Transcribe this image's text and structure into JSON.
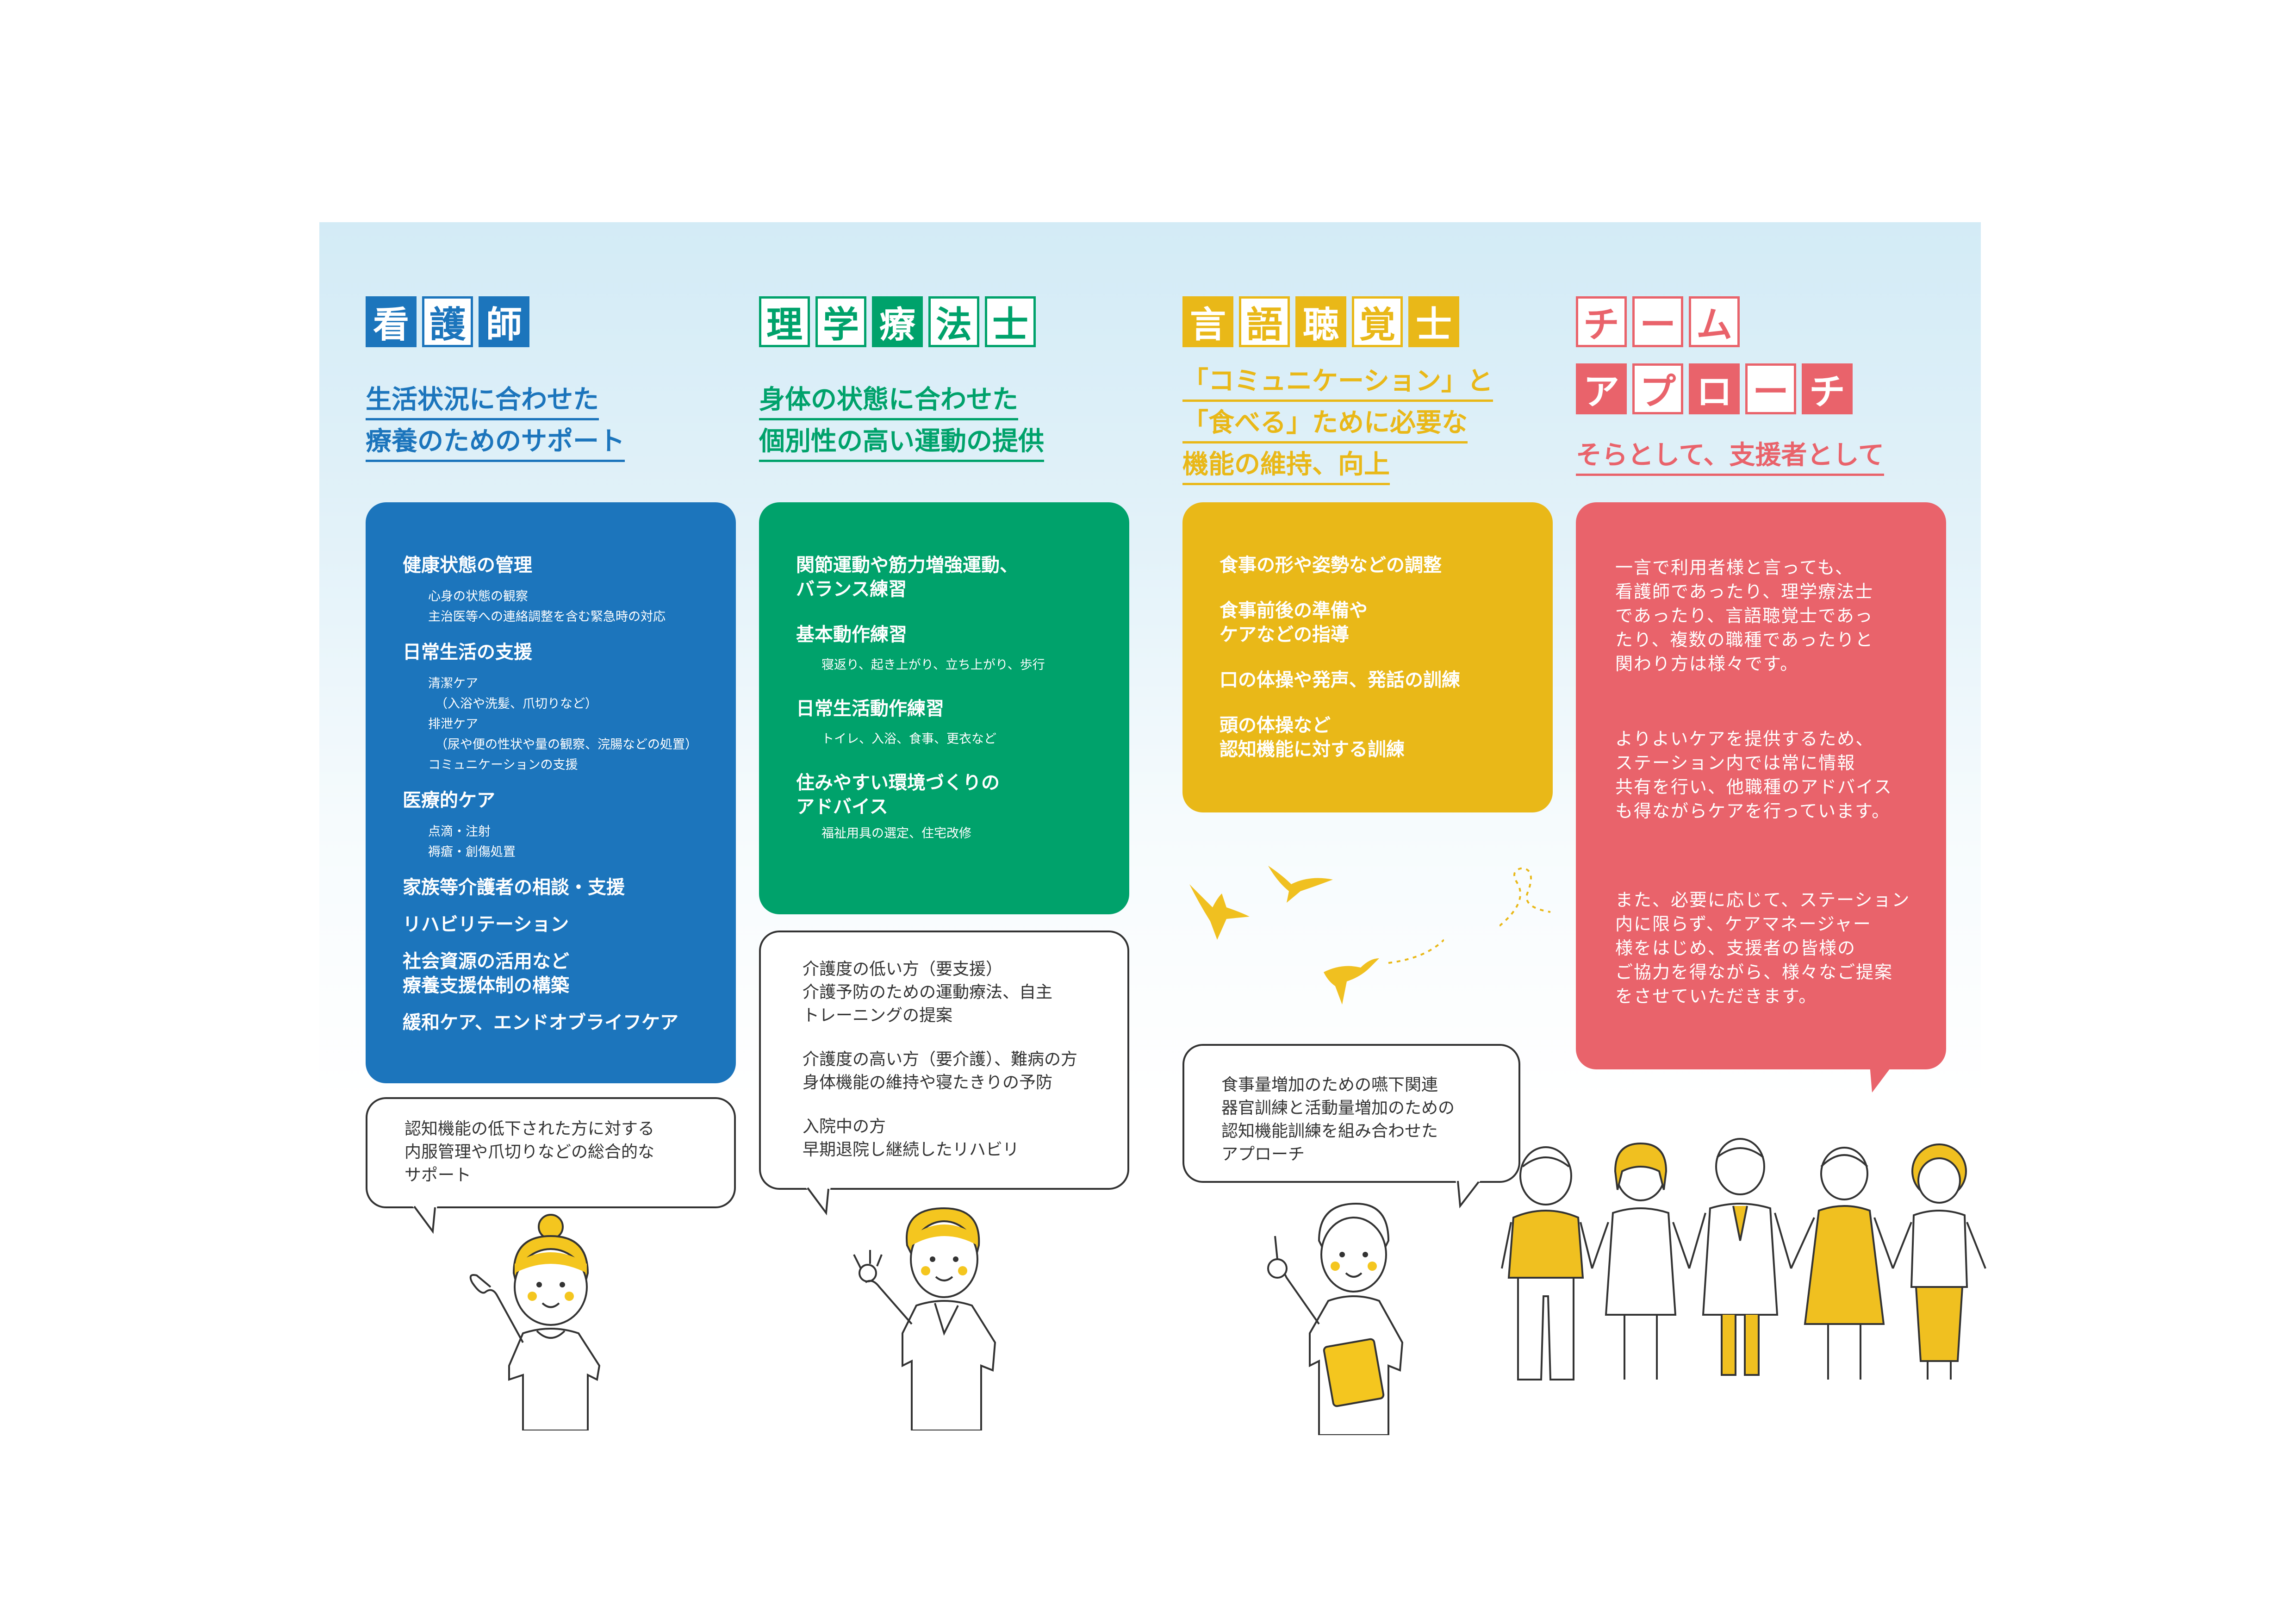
{
  "columns": {
    "nurse": {
      "title_chars": [
        "看",
        "護",
        "師"
      ],
      "subtitle": [
        "生活状況に合わせた",
        "療養のためのサポート"
      ],
      "items": [
        {
          "h": "健康状態の管理",
          "s": [
            "心身の状態の観察",
            "主治医等への連絡調整を含む緊急時の対応"
          ]
        },
        {
          "h": "日常生活の支援",
          "s": [
            "清潔ケア",
            "（入浴や洗髪、爪切りなど）",
            "排泄ケア",
            "（尿や便の性状や量の観察、浣腸などの処置）",
            "コミュニケーションの支援"
          ]
        },
        {
          "h": "医療的ケア",
          "s": [
            "点滴・注射",
            "褥瘡・創傷処置"
          ]
        },
        {
          "h": "家族等介護者の相談・支援",
          "s": []
        },
        {
          "h": "リハビリテーション",
          "s": []
        },
        {
          "h": "社会資源の活用など",
          "h2": "療養支援体制の構築",
          "s": []
        },
        {
          "h": "緩和ケア、エンドオブライフケア",
          "s": []
        }
      ],
      "bubble": [
        "認知機能の低下された方に対する",
        "内服管理や爪切りなどの総合的な",
        "サポート"
      ]
    },
    "pt": {
      "title_chars": [
        "理",
        "学",
        "療",
        "法",
        "士"
      ],
      "subtitle": [
        "身体の状態に合わせた",
        "個別性の高い運動の提供"
      ],
      "items": [
        {
          "h": "関節運動や筋力増強運動、",
          "h2": "バランス練習",
          "s": []
        },
        {
          "h": "基本動作練習",
          "s": [
            "寝返り、起き上がり、立ち上がり、歩行"
          ]
        },
        {
          "h": "日常生活動作練習",
          "s": [
            "トイレ、入浴、食事、更衣など"
          ]
        },
        {
          "h": "住みやすい環境づくりの",
          "h2": "アドバイス",
          "s": [
            "福祉用具の選定、住宅改修"
          ]
        }
      ],
      "bubble": [
        [
          "介護度の低い方（要支援）",
          "介護予防のための運動療法、自主",
          "トレーニングの提案"
        ],
        [
          "介護度の高い方（要介護）、難病の方",
          "身体機能の維持や寝たきりの予防"
        ],
        [
          "入院中の方",
          "早期退院し継続したリハビリ"
        ]
      ]
    },
    "st": {
      "title_chars": [
        "言",
        "語",
        "聴",
        "覚",
        "士"
      ],
      "subtitle": [
        "「コミュニケーション」と",
        "「食べる」ために必要な",
        "機能の維持、向上"
      ],
      "items": [
        {
          "h": "食事の形や姿勢などの調整"
        },
        {
          "h": "食事前後の準備や",
          "h2": "ケアなどの指導"
        },
        {
          "h": "口の体操や発声、発話の訓練"
        },
        {
          "h": "頭の体操など",
          "h2": "認知機能に対する訓練"
        }
      ],
      "bubble": [
        "食事量増加のための嚥下関連",
        "器官訓練と活動量増加のための",
        "認知機能訓練を組み合わせた",
        "アプローチ"
      ]
    },
    "team": {
      "title_row1": [
        "チ",
        "ー",
        "ム"
      ],
      "title_row2": [
        "ア",
        "プ",
        "ロ",
        "ー",
        "チ"
      ],
      "subtitle": [
        "そらとして、支援者として"
      ],
      "paragraphs": [
        [
          "一言で利用者様と言っても、",
          "看護師であったり、理学療法士",
          "であったり、言語聴覚士であっ",
          "たり、複数の職種であったりと",
          "関わり方は様々です。"
        ],
        [
          "よりよいケアを提供するため、",
          "ステーション内では常に情報",
          "共有を行い、他職種のアドバイス",
          "も得ながらケアを行っています。"
        ],
        [
          "また、必要に応じて、ステーション",
          "内に限らず、ケアマネージャー",
          "様をはじめ、支援者の皆様の",
          "ご協力を得ながら、様々なご提案",
          "をさせていただきます。"
        ]
      ]
    }
  },
  "colors": {
    "nurse": "#1c75bc",
    "pt": "#00a26b",
    "st": "#e9b818",
    "team": "#e9636b"
  }
}
